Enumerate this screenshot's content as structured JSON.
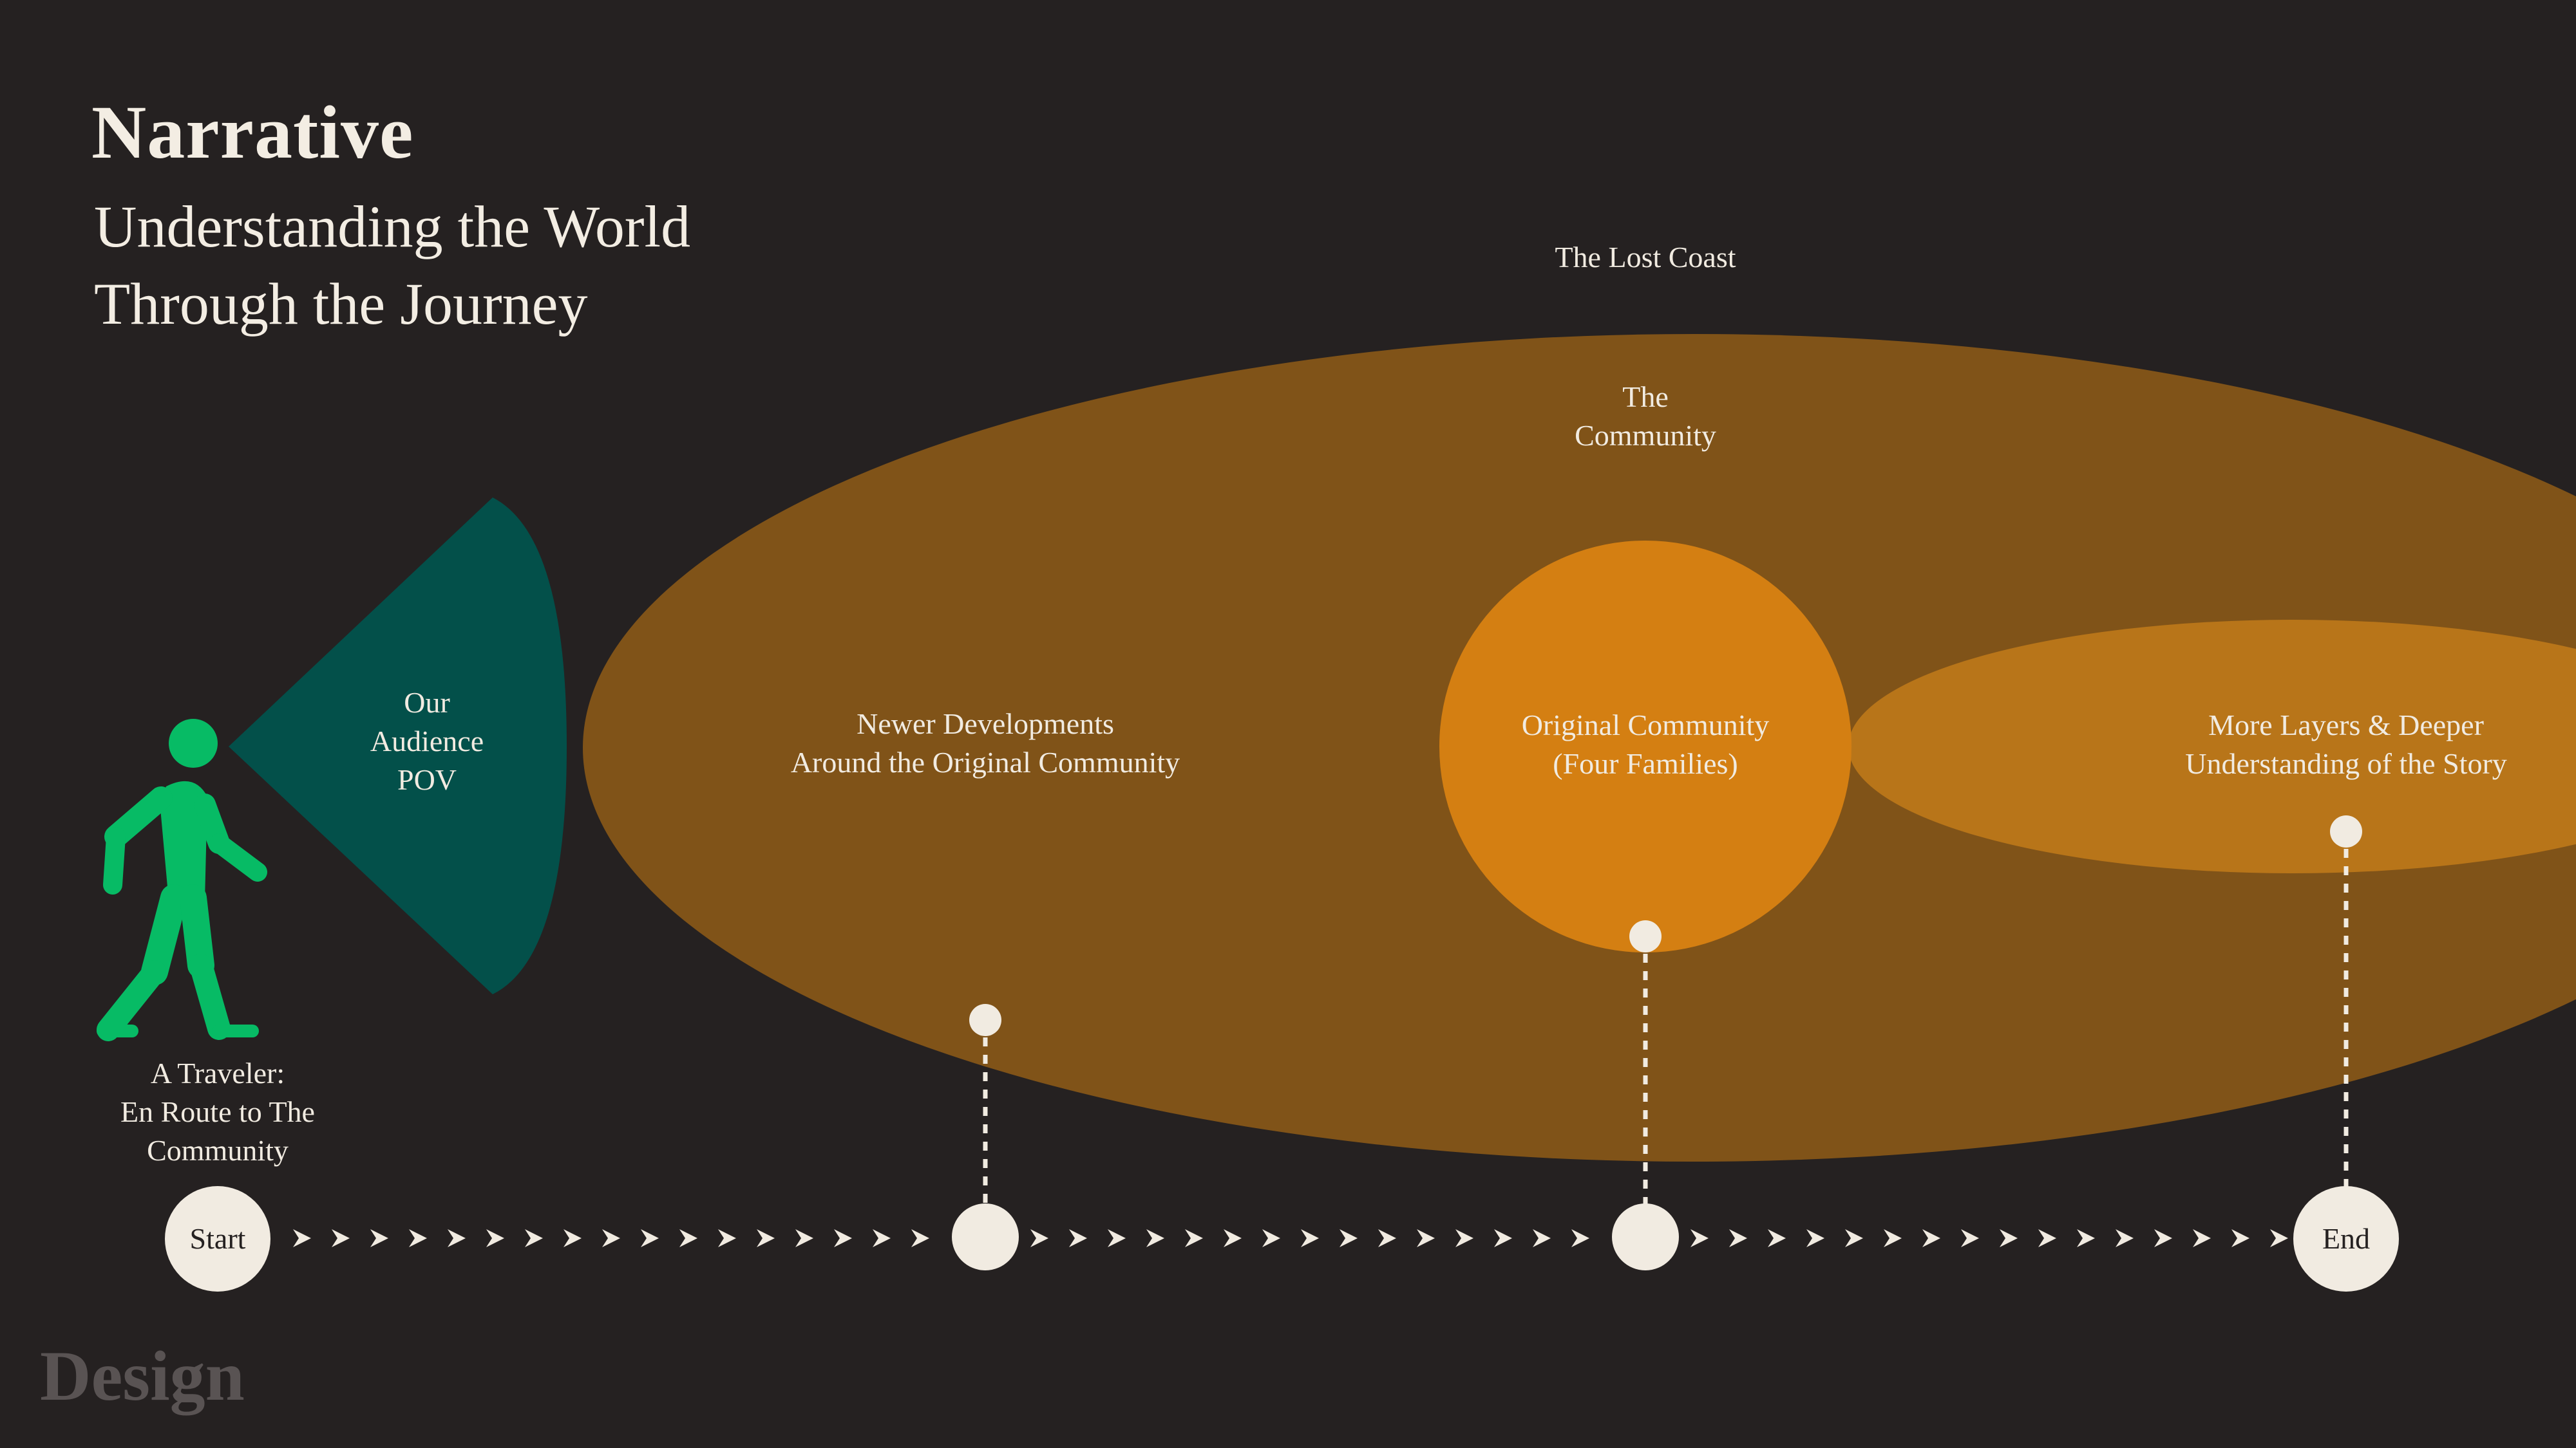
{
  "header": {
    "title": "Narrative",
    "subtitle_line1": "Understanding the World",
    "subtitle_line2": "Through the Journey"
  },
  "footer": {
    "brand": "Design"
  },
  "regions": {
    "lost_coast": "The Lost Coast",
    "community_line1": "The",
    "community_line2": "Community",
    "newer_line1": "Newer Developments",
    "newer_line2": "Around the Original Community",
    "original_line1": "Original Community",
    "original_line2": "(Four Families)",
    "layers_line1": "More Layers & Deeper",
    "layers_line2": "Understanding of the Story"
  },
  "audience": {
    "line1": "Our",
    "line2": "Audience",
    "line3": "POV"
  },
  "traveler": {
    "line1": "A Traveler:",
    "line2": "En Route to The",
    "line3": "Community"
  },
  "timeline": {
    "start_label": "Start",
    "end_label": "End"
  },
  "colors": {
    "background": "#252121",
    "community_ellipse": "#805318",
    "original_circle": "#d47f12",
    "layers_ellipse": "#b87519",
    "audience_cone": "#03504a",
    "traveler": "#07bb65",
    "node": "#f1ebe1",
    "text": "#f1ebe1"
  }
}
